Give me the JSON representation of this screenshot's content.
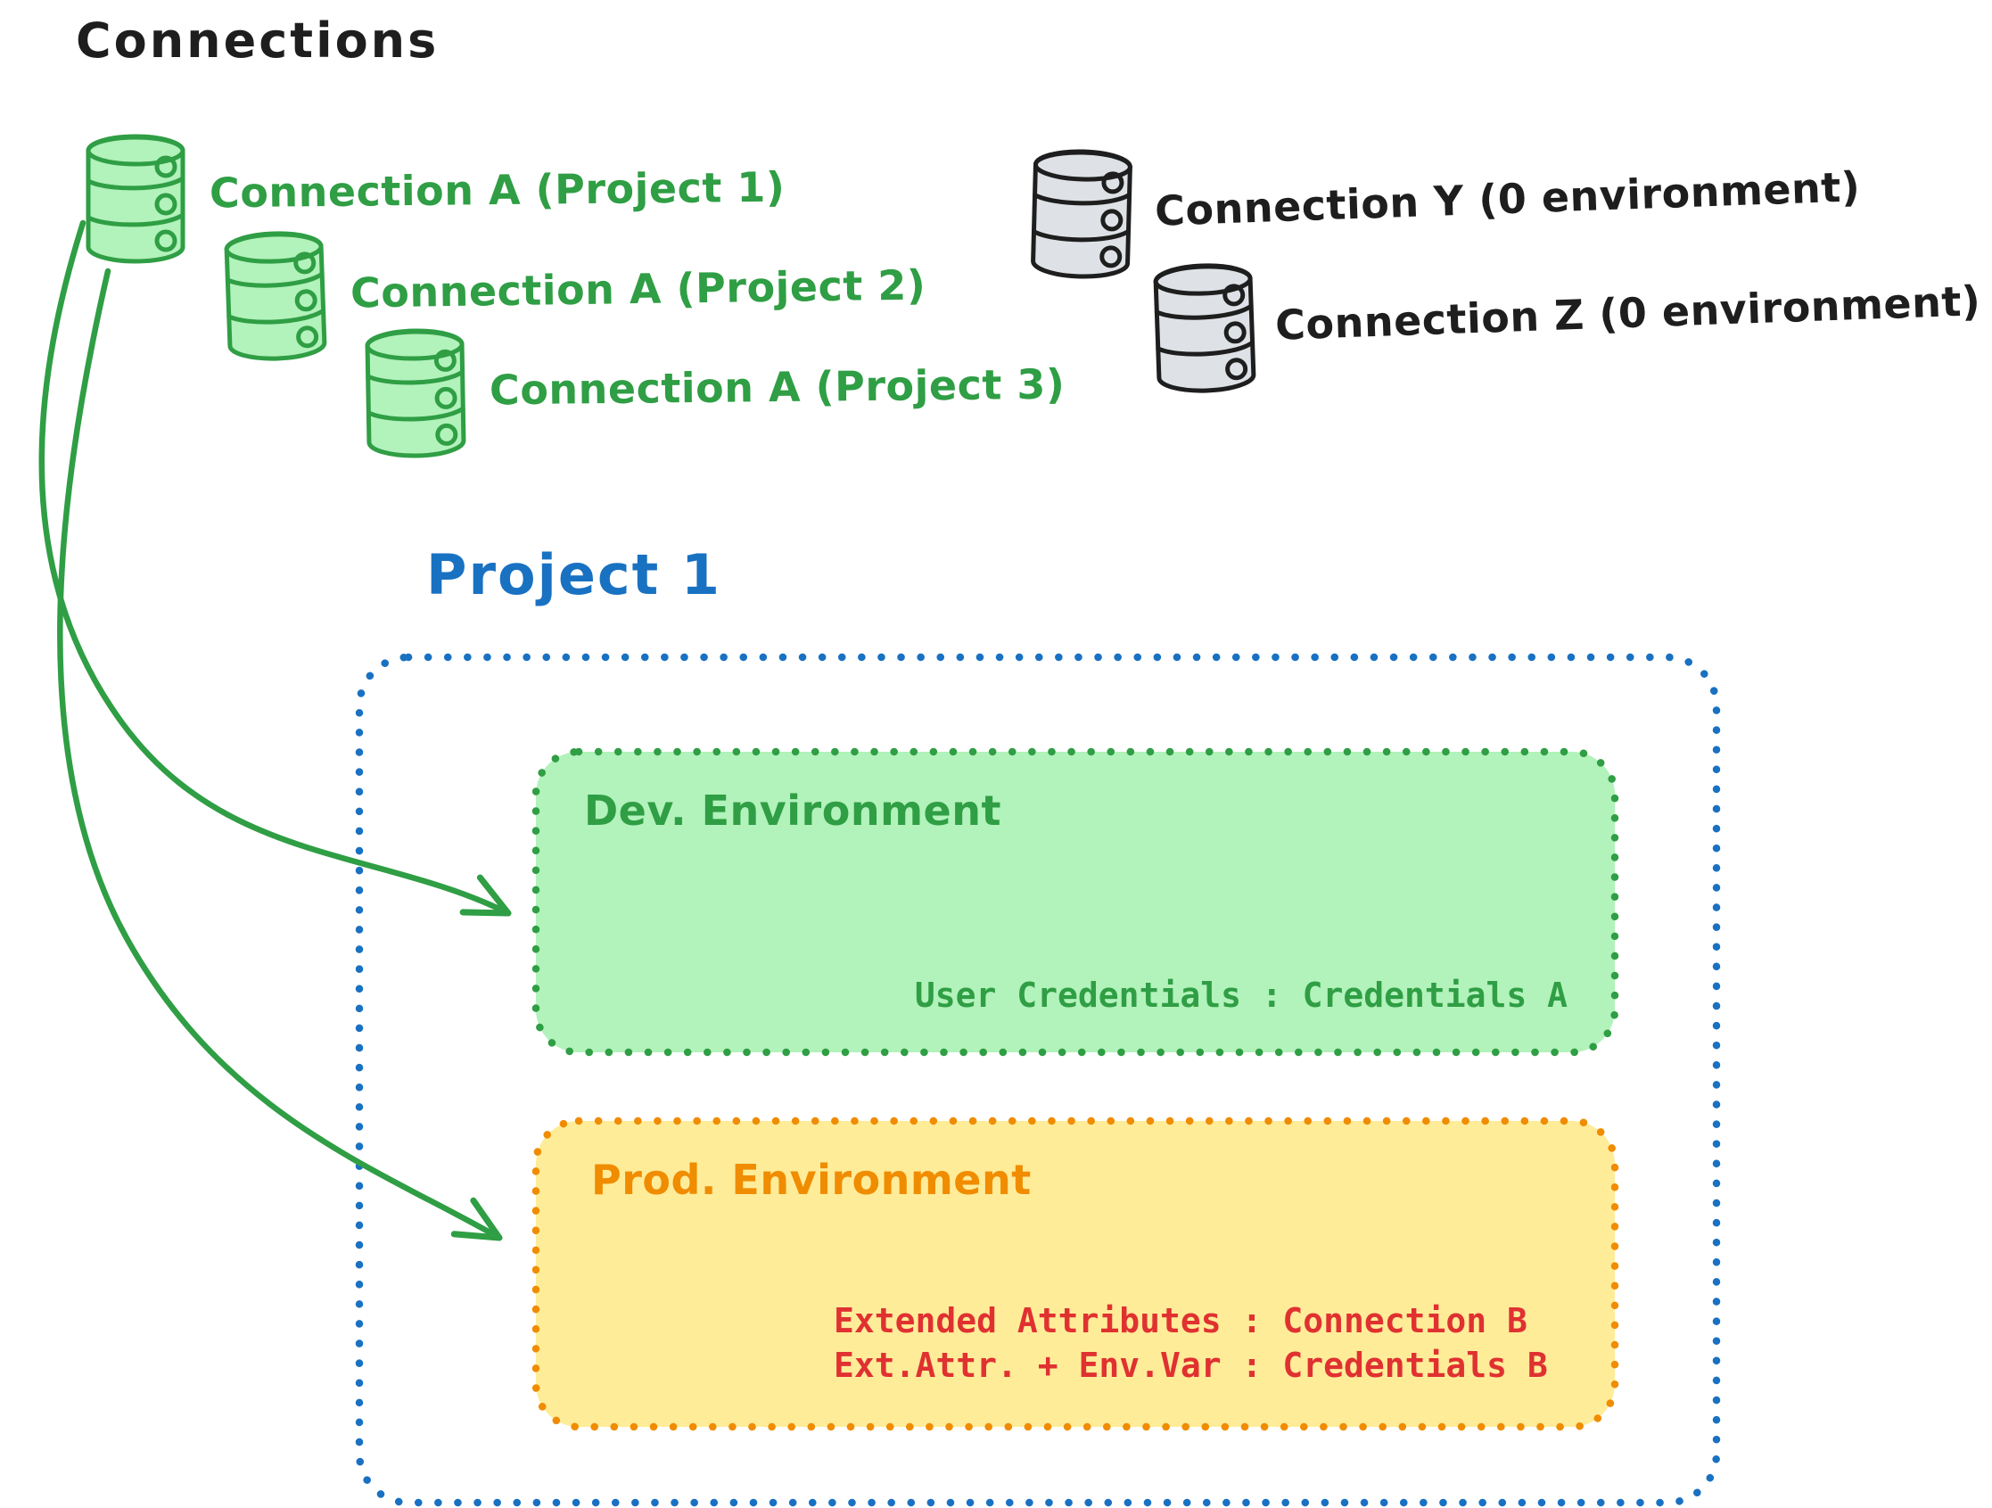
{
  "title": "Connections",
  "green_connections": [
    {
      "label": "Connection A (Project 1)"
    },
    {
      "label": "Connection A (Project 2)"
    },
    {
      "label": "Connection A (Project 3)"
    }
  ],
  "gray_connections": [
    {
      "label": "Connection Y (0 environment)"
    },
    {
      "label": "Connection Z (0 environment)"
    }
  ],
  "project": {
    "title": "Project 1",
    "dev_environment": {
      "title": "Dev. Environment",
      "credential_line": "User Credentials : Credentials A"
    },
    "prod_environment": {
      "title": "Prod. Environment",
      "lines": [
        "Extended Attributes : Connection B",
        "Ext.Attr. + Env.Var : Credentials B"
      ]
    }
  },
  "icons": {
    "database": "database-cylinder",
    "arrow": "curved-arrow"
  },
  "colors": {
    "green_stroke": "#2f9e44",
    "green_fill": "#b2f2bb",
    "blue": "#1971c2",
    "orange": "#f08c00",
    "yellow_fill": "#ffec99",
    "red_text": "#e03131",
    "black_text": "#1e1e1e",
    "gray_fill": "#dee2e6"
  }
}
